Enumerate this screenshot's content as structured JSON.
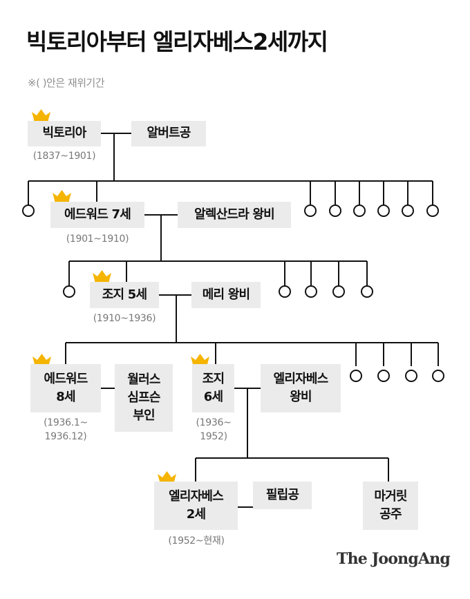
{
  "title": "빅토리아부터 엘리자베스2세까지",
  "note": "※( )안은 재위기간",
  "brand": "The JoongAng",
  "colors": {
    "crown": "#f5b400",
    "box": "#ebebeb",
    "line": "#111111",
    "note": "#8f8f8f"
  },
  "icons": {
    "crown": "crown-icon",
    "child": "child-circle-icon"
  },
  "people": {
    "victoria": {
      "name": "빅토리아",
      "reign": "(1837~1901)"
    },
    "albert": {
      "name": "알버트공"
    },
    "edward7": {
      "name": "에드워드 7세",
      "reign": "(1901~1910)"
    },
    "alexandra": {
      "name": "알렉산드라 왕비"
    },
    "george5": {
      "name": "조지 5세",
      "reign": "(1910~1936)"
    },
    "mary": {
      "name": "메리 왕비"
    },
    "edward8": {
      "name": "에드워드\n8세",
      "reign": "(1936.1~\n1936.12)"
    },
    "wallis": {
      "name": "월러스\n심프슨\n부인"
    },
    "george6": {
      "name": "조지\n6세",
      "reign": "(1936~\n1952)"
    },
    "queen_elizabeth": {
      "name": "엘리자베스\n왕비"
    },
    "elizabeth2": {
      "name": "엘리자베스\n2세",
      "reign": "(1952~현재)"
    },
    "philip": {
      "name": "필립공"
    },
    "margaret": {
      "name": "마거릿\n공주"
    }
  }
}
